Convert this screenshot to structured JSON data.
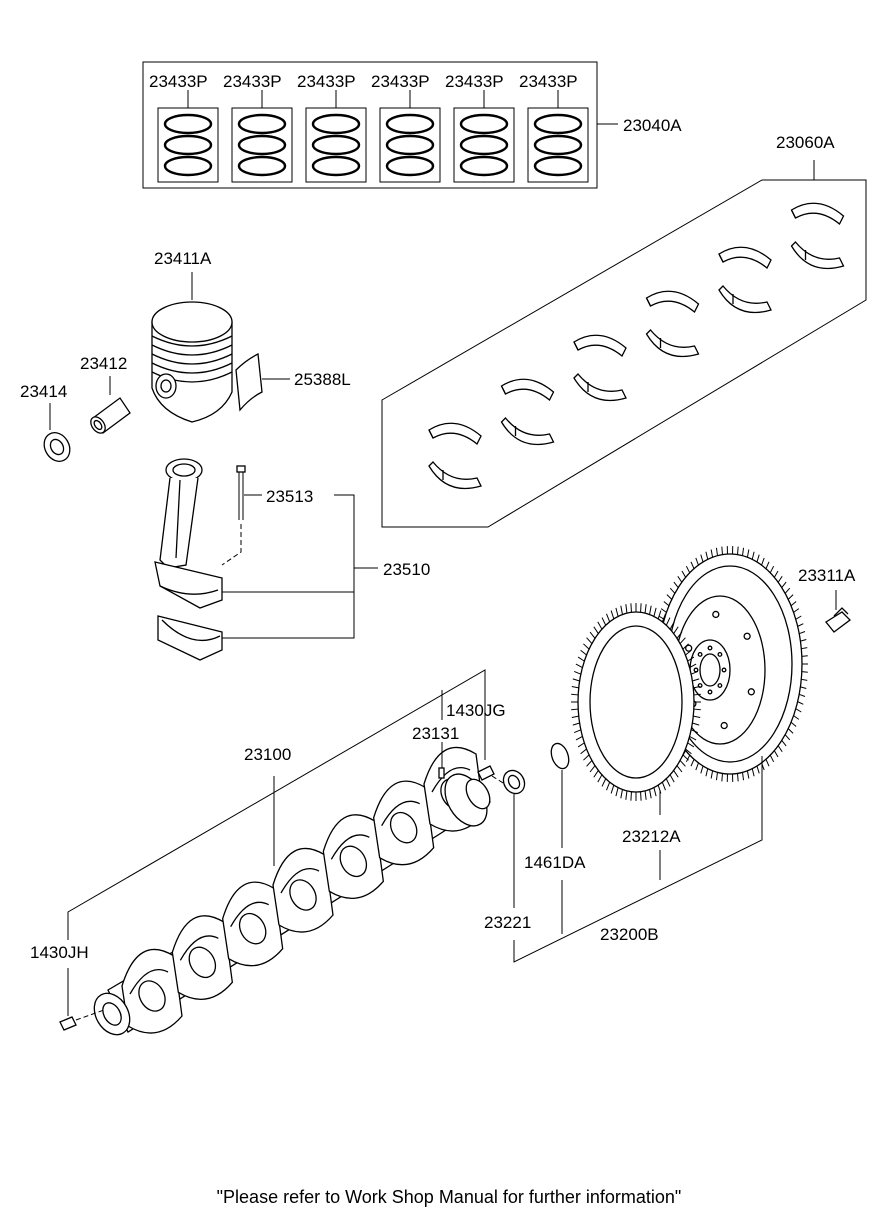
{
  "diagram": {
    "labels": {
      "ring_1": "23433P",
      "ring_2": "23433P",
      "ring_3": "23433P",
      "ring_4": "23433P",
      "ring_5": "23433P",
      "ring_6": "23433P",
      "ring_set": "23040A",
      "bearing_set": "23060A",
      "piston": "23411A",
      "piston_pin": "23412",
      "snap_ring": "23414",
      "bearing_shell": "25388L",
      "rod_bolt": "23513",
      "connecting_rod": "23510",
      "flywheel_bolt": "23311A",
      "pin_jg": "1430JG",
      "key": "23131",
      "crankshaft": "23100",
      "ring_gear": "23212A",
      "oring": "1461DA",
      "bushing": "23221",
      "flywheel_assy": "23200B",
      "pin_jh": "1430JH"
    },
    "footer_note": "\"Please refer to Work Shop Manual for further information\""
  }
}
